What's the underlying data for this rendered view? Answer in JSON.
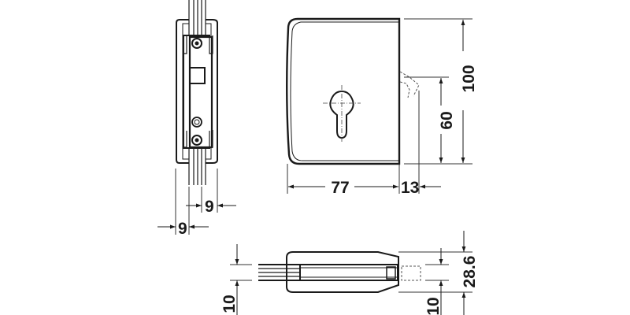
{
  "drawing": {
    "type": "technical-dimension-drawing",
    "subject": "glass door lock with profile cylinder cutout",
    "line_color": "#1a1a1a",
    "dim_line_color": "#333333",
    "background": "#ffffff"
  },
  "views": {
    "side_view": {
      "dimensions": {
        "glass_thickness_top": "9",
        "glass_thickness_bottom": "9"
      }
    },
    "front_view": {
      "dimensions": {
        "width": "77",
        "bolt_projection": "13",
        "height": "100",
        "bolt_height": "60"
      }
    },
    "top_view": {
      "dimensions": {
        "glass_offset_left": "10",
        "glass_offset_right": "10",
        "depth": "28.6"
      }
    }
  }
}
